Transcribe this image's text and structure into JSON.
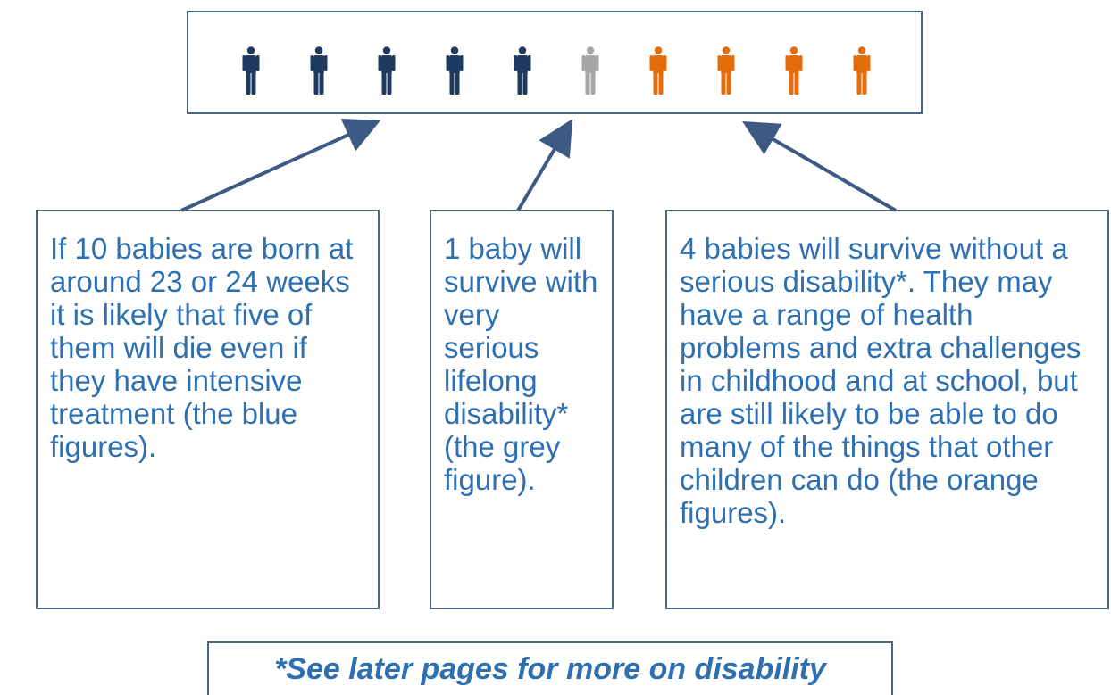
{
  "figures": [
    {
      "group": "died",
      "color": "#1f3a5f",
      "icon": "person-icon"
    },
    {
      "group": "died",
      "color": "#1f3a5f",
      "icon": "person-icon"
    },
    {
      "group": "died",
      "color": "#1f3a5f",
      "icon": "person-icon"
    },
    {
      "group": "died",
      "color": "#1f3a5f",
      "icon": "person-icon"
    },
    {
      "group": "died",
      "color": "#1f3a5f",
      "icon": "person-icon"
    },
    {
      "group": "serious-disability",
      "color": "#a6a6a6",
      "icon": "person-icon"
    },
    {
      "group": "no-serious-disability",
      "color": "#e46c0a",
      "icon": "person-icon"
    },
    {
      "group": "no-serious-disability",
      "color": "#e46c0a",
      "icon": "person-icon"
    },
    {
      "group": "no-serious-disability",
      "color": "#e46c0a",
      "icon": "person-icon"
    },
    {
      "group": "no-serious-disability",
      "color": "#e46c0a",
      "icon": "person-icon"
    }
  ],
  "boxes": {
    "left": "If 10 babies are born at around 23 or 24 weeks it is likely that five of them will die even if they have intensive treatment (the blue figures).",
    "middle": "1 baby will survive with very serious lifelong disability* (the grey figure).",
    "right": "4 babies will survive without a serious disability*. They may have a range of health problems and extra challenges in childhood and at school, but are still likely to be able to do many of the things that other children can do (the orange figures)."
  },
  "footnote": "*See later pages for more on disability",
  "colors": {
    "border": "#4a6584",
    "text": "#2d6fb0",
    "arrow": "#3d5a85"
  }
}
